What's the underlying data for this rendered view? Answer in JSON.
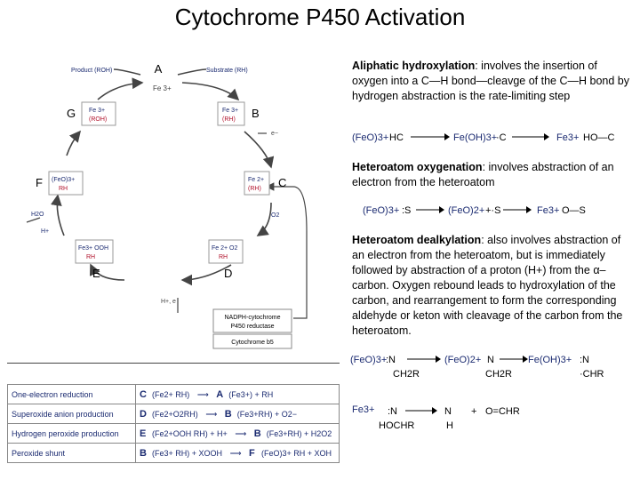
{
  "title": "Cytochrome P450 Activation",
  "cycle": {
    "steps": [
      "A",
      "B",
      "C",
      "D",
      "E",
      "F",
      "G"
    ],
    "product": "Product (ROH)",
    "substrate": "Substrate (RH)",
    "a_label": "Fe 3+",
    "g_box": [
      "Fe 3+",
      "(ROH)"
    ],
    "b_box": [
      "Fe 3+",
      "(RH)"
    ],
    "c_box": [
      "Fe 2+",
      "(RH)"
    ],
    "f_box": [
      "(FeO)3+",
      "RH"
    ],
    "e_box": [
      "Fe3+ OOH",
      "RH"
    ],
    "d_box": [
      "Fe 2+ O2",
      "RH"
    ],
    "e_minus": "e−",
    "o2": "O2",
    "h2o": "H2O",
    "hplus": "H+",
    "h_e": "H+, e",
    "nadph": [
      "NADPH-cytochrome",
      "P450 reductase"
    ],
    "cyt_b5": "Cytochrome b5"
  },
  "paragraphs": {
    "p1_bold": "Aliphatic hydroxylation",
    "p1_rest": ": involves the insertion of oxygen into a C—H bond—cleavge of the C—H bond by hydrogen abstraction is the rate-limiting step",
    "p2_bold": "Heteroatom oxygenation",
    "p2_rest": ": involves abstraction of an electron from the heteroatom",
    "p3_bold": "Heteroatom dealkylation",
    "p3_rest": ": also involves abstraction of an electron from the heteroatom, but is immediately followed by abstraction of a proton (H+) from the α–carbon. Oxygen rebound leads to hydroxylation of the carbon, and rearrangement to form the corresponding aldehyde or keton with cleavage of the carbon from the heteroatom."
  },
  "eq1": {
    "t1": "(FeO)3+",
    "t2": "HC",
    "t3": "Fe(OH)3+",
    "t4": "·C",
    "t5": "Fe3+",
    "t6": "HO—C"
  },
  "eq2": {
    "t1": "(FeO)3+",
    "t2": ":S",
    "t3": "(FeO)2+",
    "t4": "+·S",
    "t5": "Fe3+",
    "t6": "O—S"
  },
  "eq3": {
    "t1": "(FeO)3+",
    "t2": ":N",
    "t3": "(FeO)2+",
    "t4": "N",
    "t5": "Fe(OH)3+",
    "t6": ":N",
    "r1": "CH2R",
    "r2": "CH2R",
    "r3": "·CHR"
  },
  "eq4": {
    "t1": "Fe3+",
    "t2": ":N",
    "t3": "N",
    "t4": "+",
    "t5": "O=CHR",
    "r1": "HOCHR",
    "r2": "H"
  },
  "table": [
    {
      "label": "One-electron reduction",
      "k1": "C",
      "l1": "(Fe2+ RH)",
      "k2": "A",
      "l2": "(Fe3+) + RH"
    },
    {
      "label": "Superoxide anion production",
      "k1": "D",
      "l1": "(Fe2+O2RH)",
      "k2": "B",
      "l2": "(Fe3+RH) + O2−"
    },
    {
      "label": "Hydrogen peroxide production",
      "k1": "E",
      "l1": "(Fe2+OOH RH) + H+",
      "k2": "B",
      "l2": "(Fe3+RH) + H2O2"
    },
    {
      "label": "Peroxide shunt",
      "k1": "B",
      "l1": "(Fe3+ RH) + XOOH",
      "k2": "F",
      "l2": "(FeO)3+ RH + XOH"
    }
  ],
  "colors": {
    "blue": "#1a2a70",
    "red": "#b0102a",
    "gray": "#666666"
  }
}
